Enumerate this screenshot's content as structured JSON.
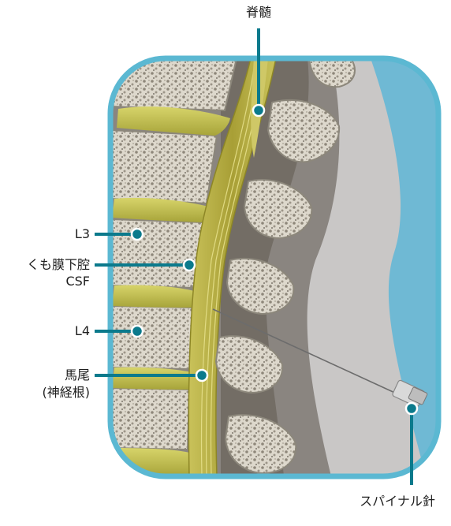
{
  "labels": {
    "spinal_cord": "脊髄",
    "l3": "L3",
    "subarachnoid_line1": "くも膜下腔",
    "subarachnoid_line2": "CSF",
    "l4": "L4",
    "cauda_line1": "馬尾",
    "cauda_line2": "(神経根)",
    "needle": "スパイナル針"
  },
  "colors": {
    "frame": "#5bb8d2",
    "background_blue": "#6fb9d4",
    "leader": "#0b7a8c",
    "disc": "#b9b84a",
    "dura": "#b4ad3c",
    "bone": "#cfcbbf",
    "soft_tissue": "#8a8580",
    "skin": "#c9c7c6"
  }
}
